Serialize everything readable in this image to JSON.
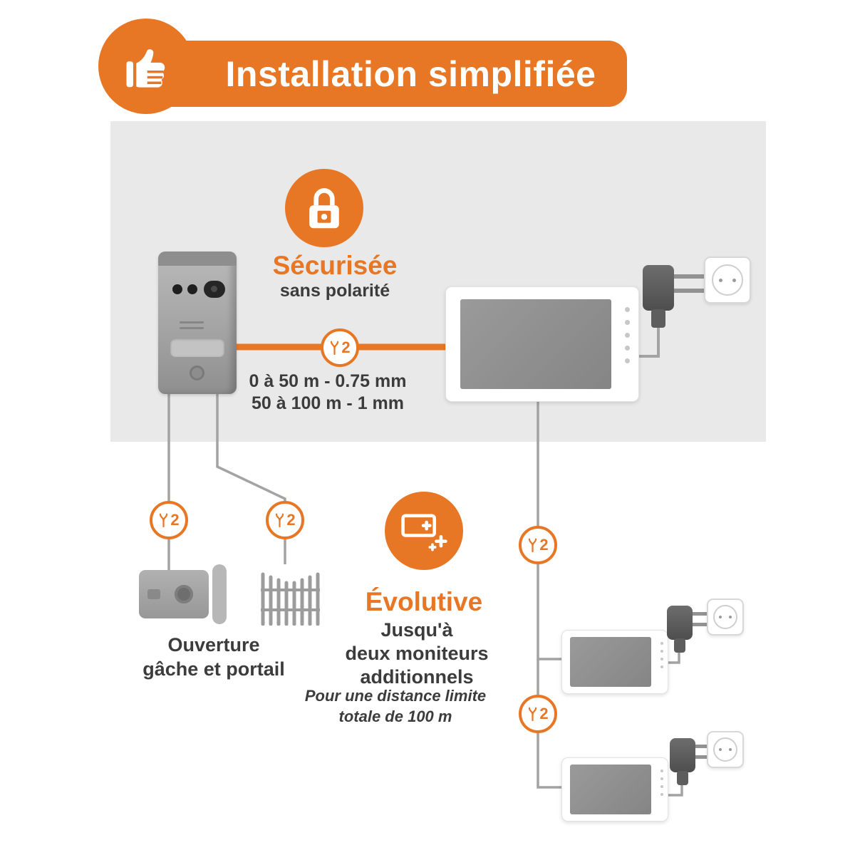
{
  "colors": {
    "orange": "#E87725",
    "panel_gray": "#E9E9E9",
    "text_dark": "#3C3C3C",
    "line_gray": "#A3A3A3"
  },
  "banner": {
    "title": "Installation simplifiée",
    "icon": "thumbs-up-icon"
  },
  "secure": {
    "heading": "Sécurisée",
    "subheading": "sans polarité",
    "icon": "padlock-icon",
    "badge": {
      "count": "2",
      "icon": "two-wire-icon"
    },
    "wire_spec": {
      "line1": "0 à 50 m - 0.75 mm",
      "line2": "50 à 100 m - 1 mm"
    }
  },
  "opening": {
    "caption": {
      "line1": "Ouverture",
      "line2": "gâche et portail"
    },
    "lock_badge": {
      "count": "2",
      "icon": "two-wire-icon"
    },
    "gate_badge": {
      "count": "2",
      "icon": "two-wire-icon"
    }
  },
  "evolutive": {
    "heading": "Évolutive",
    "icon": "monitor-plus-icon",
    "line1": "Jusqu'à",
    "line2": "deux moniteurs",
    "line3": "additionnels",
    "note": {
      "line1": "Pour une distance limite",
      "line2": "totale de 100 m"
    },
    "badge1": {
      "count": "2",
      "icon": "two-wire-icon"
    },
    "badge2": {
      "count": "2",
      "icon": "two-wire-icon"
    }
  }
}
